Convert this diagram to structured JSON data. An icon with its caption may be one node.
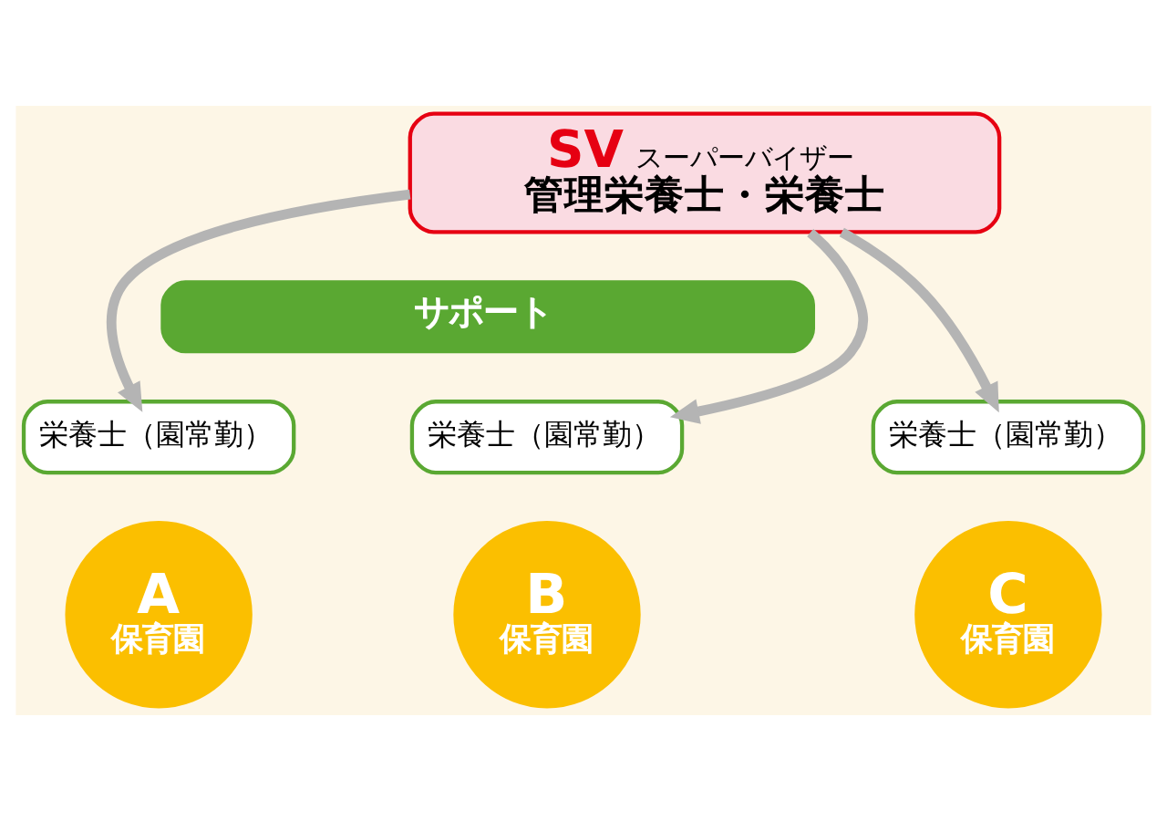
{
  "diagram": {
    "nodes": [
      {
        "text": [
          "SV",
          "スーパーバイザー",
          "管理栄養士・栄養士"
        ]
      },
      {
        "text": [
          "サポート"
        ]
      },
      {
        "text": [
          "栄養士（園常勤）"
        ]
      },
      {
        "text": [
          "A",
          "保育園"
        ]
      },
      {
        "text": [
          "栄養士（園常勤）"
        ]
      },
      {
        "text": [
          "B",
          "保育園"
        ]
      },
      {
        "text": [
          "栄養士（園常勤）"
        ]
      },
      {
        "text": [
          "C",
          "保育園"
        ]
      }
    ],
    "edges": [
      {
        "from": 0,
        "to": 2,
        "arrow": "to"
      },
      {
        "from": 0,
        "to": 4,
        "arrow": "to"
      },
      {
        "from": 0,
        "to": 6,
        "arrow": "to"
      }
    ]
  }
}
